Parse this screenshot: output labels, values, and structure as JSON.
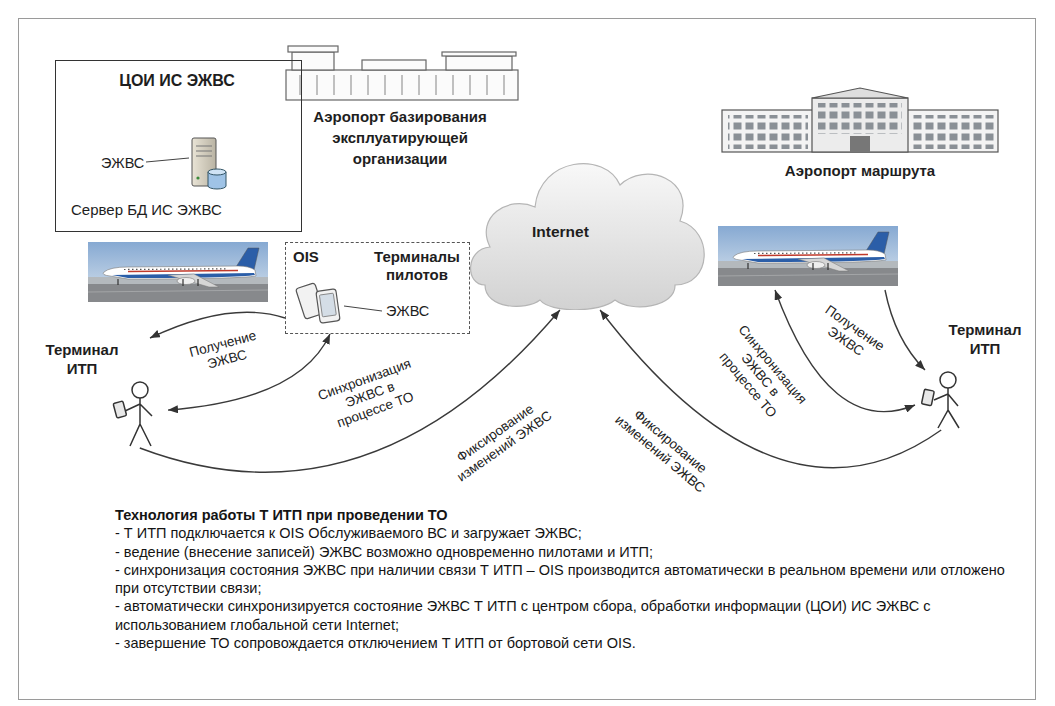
{
  "diagram": {
    "nodes": [
      {
        "text": [
          "ЦОИ ИС ЭЖВС"
        ]
      },
      {
        "text": [
          "ЭЖВС",
          "Сервер БД ИС ЭЖВС"
        ],
        "in": 0
      },
      {
        "text": [
          "Аэропорт базирования эксплуатирующей организации"
        ]
      },
      {
        "text": [
          "Internet"
        ]
      },
      {
        "text": [
          "Аэропорт маршрута"
        ]
      },
      {
        "text": [
          "OIS",
          "Терминалы пилотов",
          "ЭЖВС"
        ]
      },
      {
        "text": [
          "Терминал ИТП"
        ]
      },
      {
        "text": [
          "Терминал ИТП"
        ]
      }
    ],
    "edges": [
      {
        "from": 5,
        "to": 6,
        "arrow": "to",
        "label": "Получение ЭЖВС"
      },
      {
        "from": 5,
        "to": 6,
        "arrow": "both",
        "label": "Синхронизация ЭЖВС в процессе ТО"
      },
      {
        "from": 6,
        "to": 3,
        "arrow": "to",
        "label": "Фиксирование изменений ЭЖВС"
      },
      {
        "from": 7,
        "to": 3,
        "arrow": "to",
        "label": "Фиксирование изменений ЭЖВС"
      }
    ],
    "labels": [
      "Получение ЭЖВС",
      "Синхронизация ЭЖВС в процессе ТО",
      "Технология работы Т ИТП при проведении ТО",
      "- Т ИТП подключается к OIS Обслуживаемого ВС и загружает ЭЖВС;",
      "- ведение (внесение записей) ЭЖВС возможно одновременно пилотами и ИТП;",
      "- синхронизация состояния ЭЖВС при наличии связи Т ИТП – OIS производится автоматически в реальном времени или отложено при отсутствии связи;",
      "- автоматически синхронизируется состояние ЭЖВС Т ИТП с центром сбора, обработки информации (ЦОИ) ИС ЭЖВС с использованием глобальной сети Internet;",
      "- завершение ТО сопровождается отключением Т ИТП от бортовой сети OIS."
    ]
  }
}
